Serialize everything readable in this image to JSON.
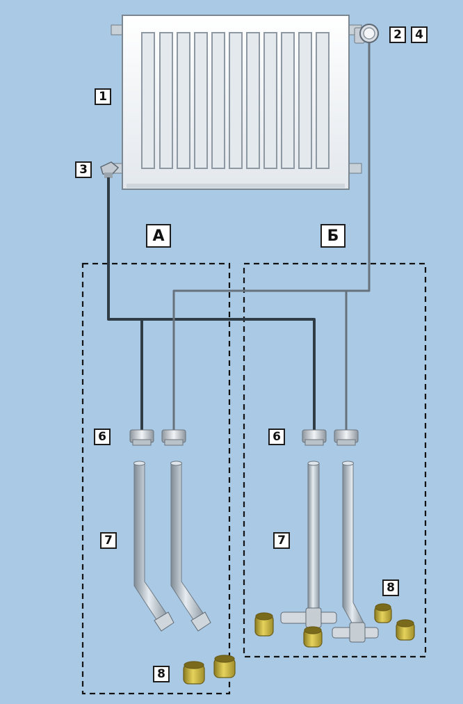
{
  "labels": {
    "radiator": "1",
    "valve_top": "2",
    "thermostat_head": "4",
    "valve_bottom": "3",
    "compression_fitting_a": "6",
    "compression_fitting_b": "6",
    "connection_tube_a": "7",
    "connection_tube_b": "7",
    "adapter_a": "8",
    "adapter_b": "8"
  },
  "groups": {
    "a": "А",
    "b": "Б"
  },
  "colors": {
    "background": "#a9c9e4",
    "pipe_dark": "#2f3b45",
    "pipe_light": "#66717b",
    "radiator_fill": "#ffffff",
    "fitting_brass": "#c9b04a",
    "label_border": "#1c1c1c"
  }
}
